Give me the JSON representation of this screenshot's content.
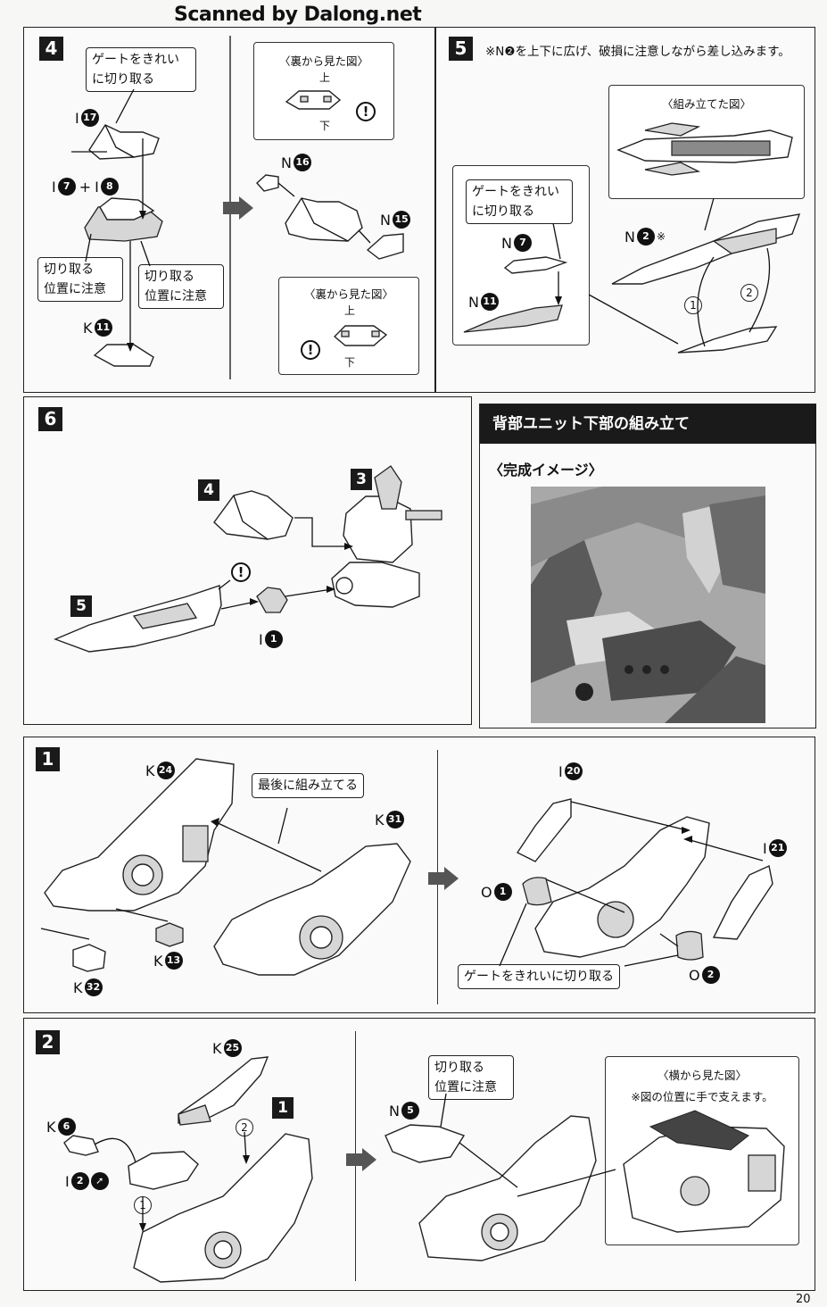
{
  "header": {
    "scan_credit": "Scanned by Dalong.net"
  },
  "page_number": "20",
  "step4": {
    "no": "4",
    "gate_callout": "ゲートをきれい\nに切り取る",
    "part_i17": {
      "letter": "I",
      "num": "17"
    },
    "part_i7": {
      "letter": "I",
      "num": "7"
    },
    "plus": "+",
    "part_i8": {
      "letter": "I",
      "num": "8"
    },
    "cut_callout_left": "切り取る\n位置に注意",
    "cut_callout_right": "切り取る\n位置に注意",
    "part_k11": {
      "letter": "K",
      "num": "11"
    },
    "back_view_top": {
      "title": "〈裏から見た図〉",
      "up": "上",
      "down": "下"
    },
    "part_n16": {
      "letter": "N",
      "num": "16"
    },
    "part_n15": {
      "letter": "N",
      "num": "15"
    },
    "back_view_bottom": {
      "title": "〈裏から見た図〉",
      "up": "上",
      "down": "下"
    },
    "excl": "!"
  },
  "step5": {
    "no": "5",
    "note": "※N❷を上下に広げ、破損に注意しながら差し込みます。",
    "assembled_view_title": "〈組み立てた図〉",
    "gate_callout": "ゲートをきれい\nに切り取る",
    "part_n7": {
      "letter": "N",
      "num": "7"
    },
    "part_n11": {
      "letter": "N",
      "num": "11"
    },
    "part_n2": {
      "letter": "N",
      "num": "2",
      "mark": "※"
    },
    "order1": "1",
    "order2": "2"
  },
  "step6": {
    "no": "6",
    "ref4": "4",
    "ref3": "3",
    "ref5": "5",
    "part_i1": {
      "letter": "I",
      "num": "1"
    },
    "excl": "!"
  },
  "section": {
    "title": "背部ユニット下部の組み立て",
    "image_caption": "〈完成イメージ〉"
  },
  "step1": {
    "no": "1",
    "part_k24": {
      "letter": "K",
      "num": "24"
    },
    "last_callout": "最後に組み立てる",
    "part_k31": {
      "letter": "K",
      "num": "31"
    },
    "part_k13": {
      "letter": "K",
      "num": "13"
    },
    "part_k32": {
      "letter": "K",
      "num": "32"
    },
    "part_i20": {
      "letter": "I",
      "num": "20"
    },
    "part_i21": {
      "letter": "I",
      "num": "21"
    },
    "part_o1": {
      "letter": "O",
      "num": "1"
    },
    "part_o2": {
      "letter": "O",
      "num": "2"
    },
    "gate_callout": "ゲートをきれいに切り取る"
  },
  "step2": {
    "no": "2",
    "part_k25": {
      "letter": "K",
      "num": "25"
    },
    "ref1": "1",
    "part_k6": {
      "letter": "K",
      "num": "6"
    },
    "part_i2": {
      "letter": "I",
      "num": "2"
    },
    "order1": "1",
    "order2": "2",
    "cut_callout": "切り取る\n位置に注意",
    "part_n5": {
      "letter": "N",
      "num": "5"
    },
    "side_view": {
      "title": "〈横から見た図〉",
      "note": "※図の位置に手で支えます。"
    }
  },
  "colors": {
    "ink": "#111111",
    "panel_bg": "#fafafa",
    "header_bar": "#1a1a1a",
    "arrow": "#555555",
    "photo_bg": "#9a9a9a"
  }
}
